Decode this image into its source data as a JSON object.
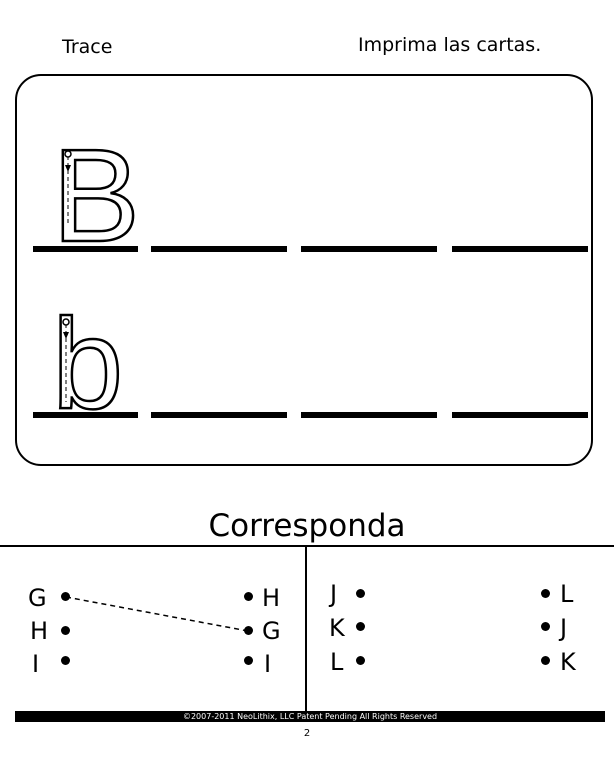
{
  "header": {
    "trace_label": "Trace",
    "print_label": "Imprima las cartas."
  },
  "trace": {
    "upper_letter": "B",
    "lower_letter": "b"
  },
  "match": {
    "title": "Corresponda",
    "left_panel": {
      "left_column": [
        "G",
        "H",
        "I"
      ],
      "right_column": [
        "H",
        "G",
        "I"
      ]
    },
    "right_panel": {
      "left_column": [
        "J",
        "K",
        "L"
      ],
      "right_column": [
        "L",
        "J",
        "K"
      ]
    }
  },
  "footer": {
    "copyright": "©2007-2011  NeoLithix, LLC  Patent Pending  All Rights Reserved",
    "page_number": "2"
  }
}
